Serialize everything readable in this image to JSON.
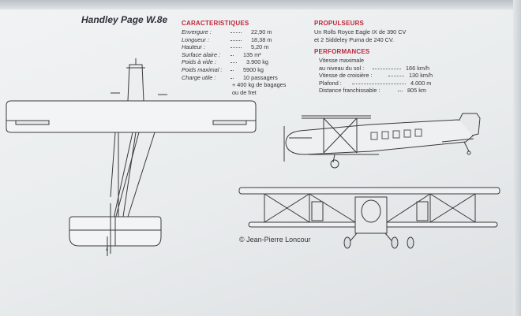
{
  "title": "Handley Page W.8e",
  "caracteristiques": {
    "heading": "CARACTERISTIQUES",
    "rows": [
      {
        "label": "Envergure :",
        "value": "22,90 m"
      },
      {
        "label": "Longueur :",
        "value": "18,38 m"
      },
      {
        "label": "Hauteur :",
        "value": "5,20 m"
      },
      {
        "label": "Surface alaire :",
        "value": "135 m²"
      },
      {
        "label": "Poids à vide :",
        "value": "3.900 kg"
      },
      {
        "label": "Poids maximal :",
        "value": "5900 kg"
      },
      {
        "label": "Charge utile :",
        "value": "10 passagers"
      }
    ],
    "extra_1": "+ 400 kg de bagages",
    "extra_2": "ou de fret"
  },
  "propulseurs": {
    "heading": "PROPULSEURS",
    "line_1": "Un Rolls Royce Eagle IX de 390 CV",
    "line_2": "et 2 Siddeley Puma de 240 CV."
  },
  "performances": {
    "heading": "PERFORMANCES",
    "vitesse_max_1": "Vitesse maximale",
    "rows": [
      {
        "label": "au niveau du sol :",
        "value": "166 km/h"
      },
      {
        "label": "Vitesse de croisière :",
        "value": "130 km/h"
      },
      {
        "label": "Plafond :",
        "value": "4.000 m"
      },
      {
        "label": "Distance franchissable :",
        "value": "805 km"
      }
    ]
  },
  "credit": "© Jean-Pierre Loncour"
}
